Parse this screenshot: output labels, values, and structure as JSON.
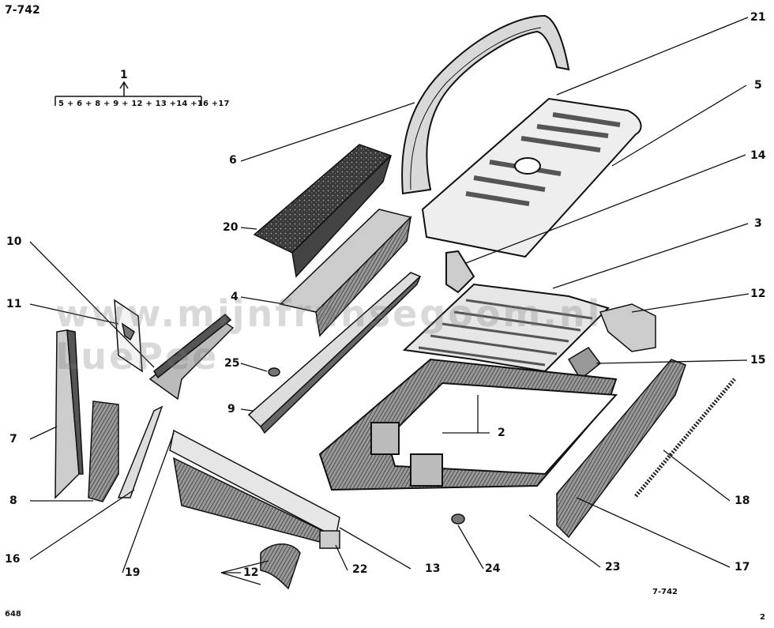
{
  "drawing_number": "7-742",
  "footer_number": "7-742",
  "page_left": "648",
  "page_right": "2",
  "watermark": "www.mijnfransegoom.nl  LuePee",
  "assembly": {
    "number": "1",
    "components": "5 + 6 + 8 + 9 + 12 + 13 +14 +16 +17"
  },
  "callouts": [
    "21",
    "5",
    "14",
    "3",
    "12",
    "15",
    "2",
    "6",
    "20",
    "4",
    "25",
    "9",
    "10",
    "11",
    "7",
    "8",
    "16",
    "19",
    "12",
    "22",
    "13",
    "24",
    "23",
    "17",
    "18"
  ]
}
